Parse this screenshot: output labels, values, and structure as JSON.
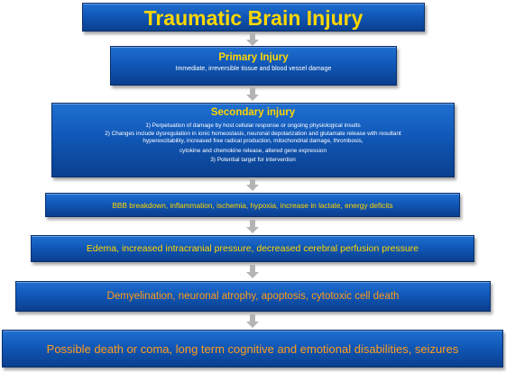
{
  "title": "Traumatic Brain Injury",
  "primary": {
    "heading": "Primary Injury",
    "text": "Immediate, irreversible tissue and blood vessel damage"
  },
  "secondary": {
    "heading": "Secondary injury",
    "lines": [
      "1) Perpetuation of damage by host cellular response or ongoing physiological insults",
      "2) Changes include dysregulation in ionic homeostasis, neuronal depolarization and glutamate release with resultant",
      "hyperexcitability, increased free radical production, mitochondrial damage, thrombosis,",
      "cytokine and chemokine release,  altered gene expression",
      "3) Potential target for intervention"
    ]
  },
  "stages": [
    "BBB breakdown, inflammation, ischemia, hypoxia, increase in lactate, energy deficits",
    "Edema, increased intracranial pressure, decreased cerebral perfusion pressure",
    "Demyelination, neuronal atrophy, apoptosis, cytotoxic cell death",
    "Possible death or coma, long term cognitive and emotional disabilities, seizures"
  ],
  "colors": {
    "box_blue": "#1158b8",
    "heading_yellow": "#ffd700",
    "stage_orange": "#ff9d1c",
    "arrow_grey": "#b4b4b4"
  }
}
